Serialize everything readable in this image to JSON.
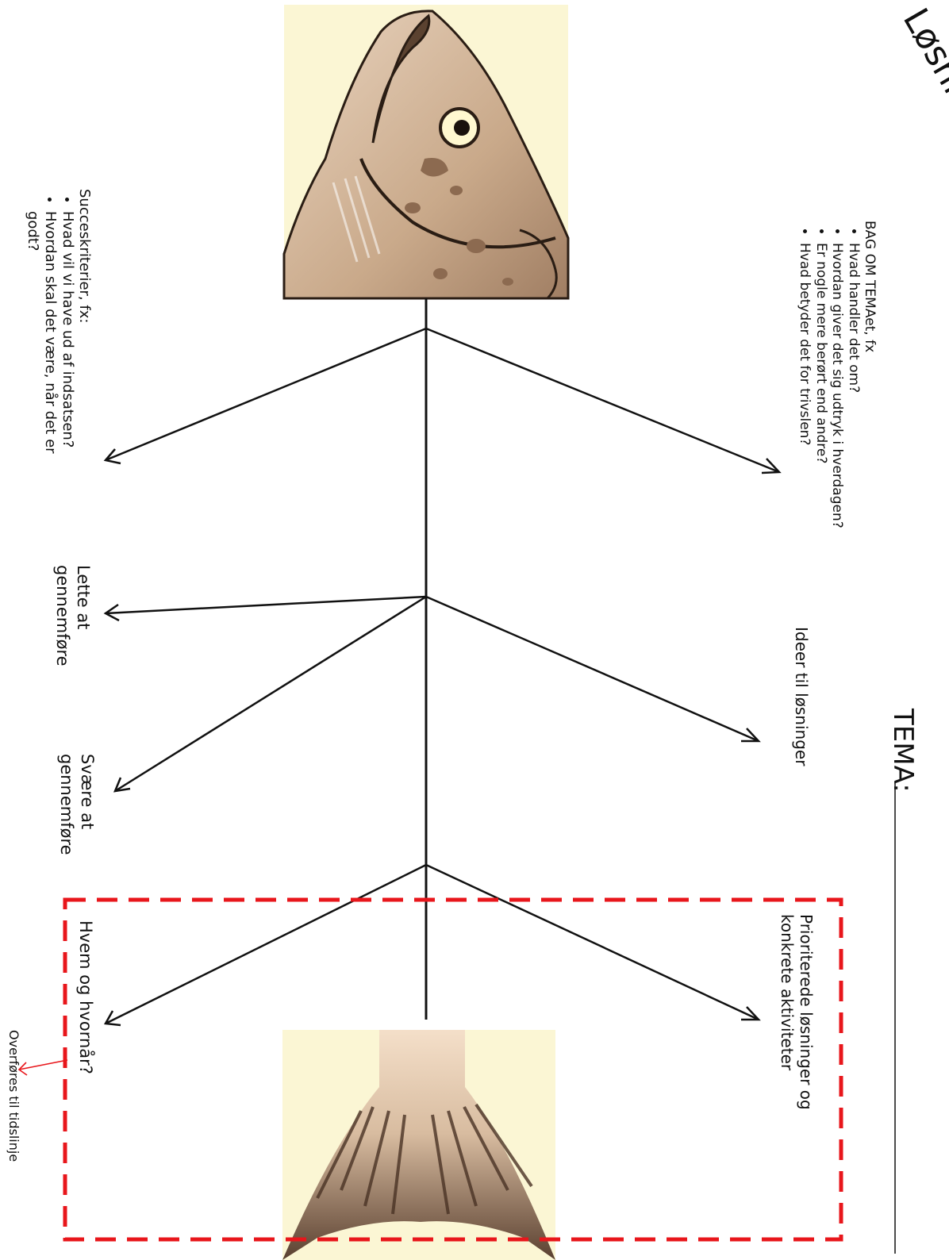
{
  "title": "Løsningsfisk",
  "tema_label": "TEMA:",
  "box_bag": {
    "heading": "BAG OM TEMAet, fx",
    "items": [
      "Hvad handler det om?",
      "Hvordan giver det sig udtryk i hverdagen?",
      "Er nogle mere berørt end andre?",
      "Hvad betyder det for trivslen?"
    ]
  },
  "box_succes": {
    "heading": "Succeskriterier, fx:",
    "items": [
      "Hvad vil vi have ud af indsatsen?",
      "Hvordan skal det være, når det er godt?"
    ]
  },
  "ideer_label": "Ideer til løsninger",
  "lette_label": "Lette at gennemføre",
  "svaere_label": "Svære at gennemføre",
  "prioriterede_label": "Prioriterede løsninger og konkrete aktiviteter",
  "hvem_label": "Hvem og hvornår?",
  "tidslinje_label": "Overføres til tidslinje",
  "colors": {
    "dashed_box": "#e8161b",
    "fish_skin": "#c9a98a",
    "fish_bg": "#fbf6d4",
    "ink": "#111111"
  }
}
